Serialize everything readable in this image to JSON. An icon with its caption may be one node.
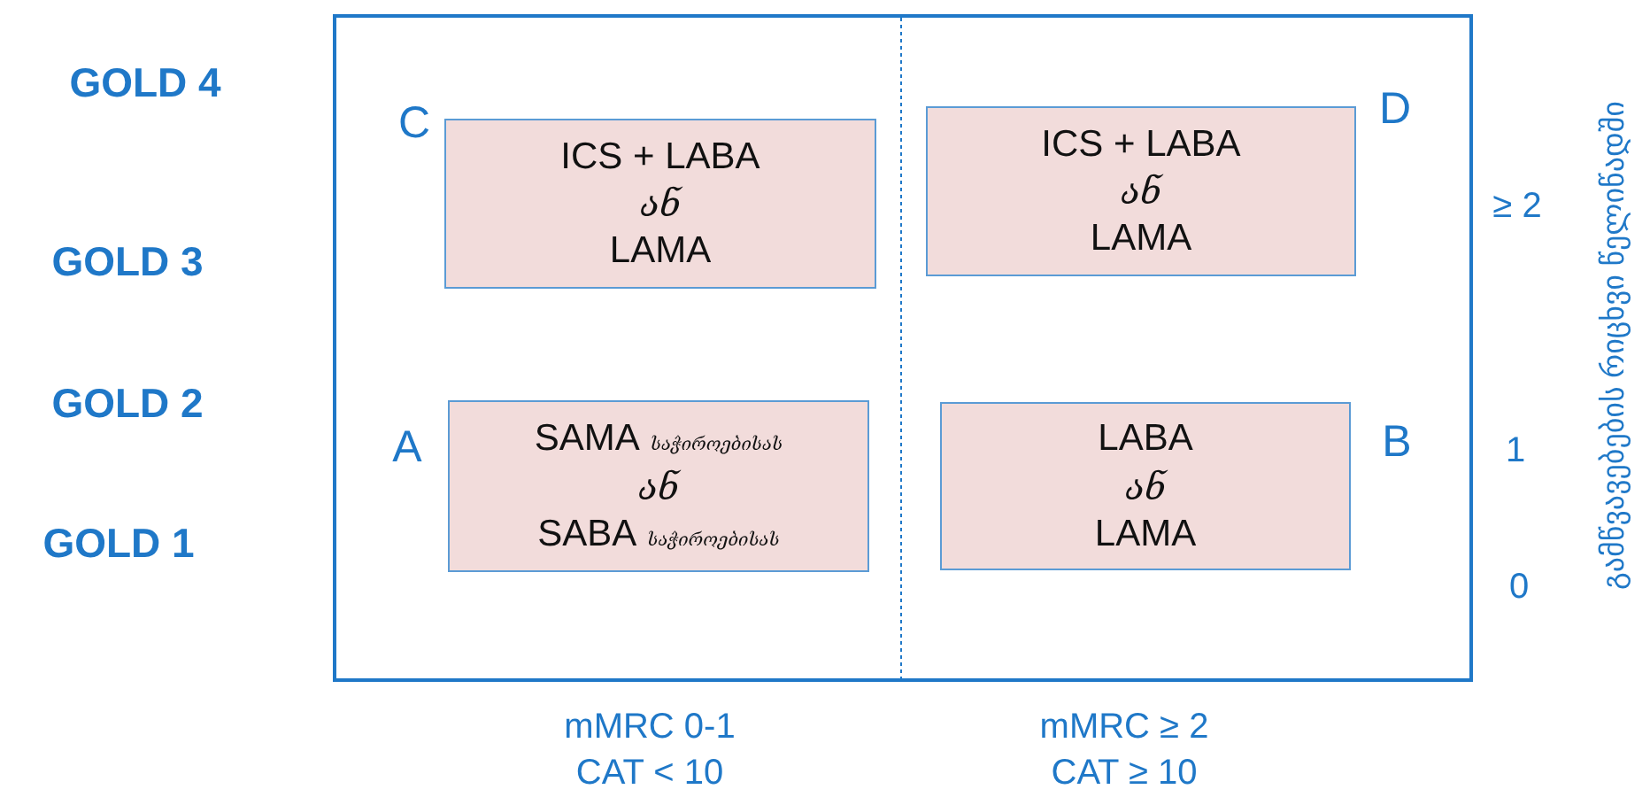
{
  "diagram": {
    "nodes": [
      {
        "text": [],
        "shape": "box"
      },
      {
        "text": [
          "ICS + LABA",
          "ან",
          "LAMA"
        ],
        "in": 0,
        "beside": [
          "C"
        ]
      },
      {
        "text": [
          "ICS + LABA",
          "ან",
          "LAMA"
        ],
        "in": 0,
        "beside": [
          "D"
        ]
      },
      {
        "text": [
          "SAMA",
          "საჭიროებისას",
          "ან",
          "SABA",
          "საჭიროებისას"
        ],
        "in": 0,
        "beside": [
          "A"
        ]
      },
      {
        "text": [
          "LABA",
          "ან",
          "LAMA"
        ],
        "in": 0,
        "beside": [
          "B"
        ]
      }
    ],
    "edges": [],
    "labels": [
      "GOLD 4",
      "≥ 2",
      "GOLD 3",
      "GOLD 2",
      "1",
      "GOLD 1",
      "0",
      "გამწვავებების რიცხვი წელიწადში",
      "mMRC 0-1",
      "mMRC ≥ 2",
      "CAT < 10",
      "CAT ≥ 10"
    ]
  }
}
